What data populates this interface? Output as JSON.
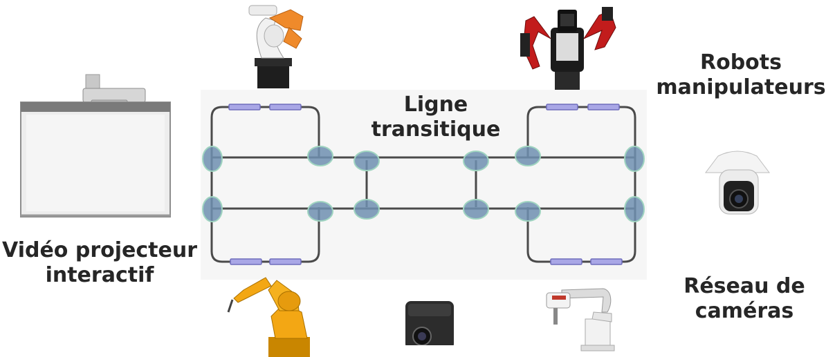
{
  "labels": {
    "video_projector": [
      "Vidéo projecteur",
      "interactif"
    ],
    "transit_line": [
      "Ligne",
      "transitique"
    ],
    "robots": [
      "Robots",
      "manipulateurs"
    ],
    "cameras": [
      "Réseau de",
      "caméras"
    ]
  },
  "colors": {
    "track": "#4a4a4a",
    "node_fill": "#6e8fb0",
    "node_stroke": "#9fd4c0",
    "shuttle_fill": "#a9a7e6",
    "shuttle_stroke": "#6f6dbc",
    "text": "#262626"
  },
  "images": {
    "interactive_whiteboard": "whiteboard-projector-icon",
    "robot_top_left": "industrial-robot-arm-white-orange-icon",
    "robot_top_right": "dual-arm-red-robot-icon",
    "robot_bottom_left": "yellow-industrial-robot-arm-icon",
    "robot_bottom_right": "scara-robot-icon",
    "camera_bottom": "box-camera-icon",
    "camera_right": "dome-ptz-camera-icon"
  }
}
